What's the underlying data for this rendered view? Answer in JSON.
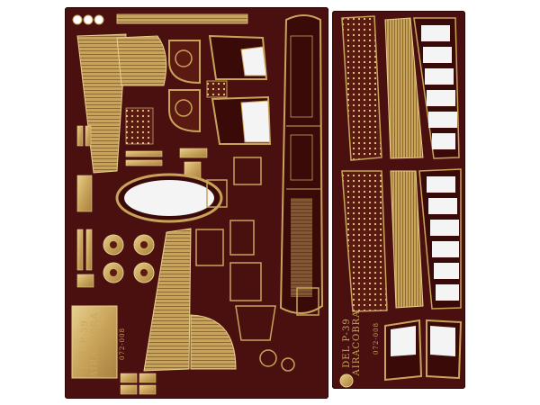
{
  "colors": {
    "background": "#ffffff",
    "fret": "#4a1010",
    "brass": "#c9a35a",
    "brass_light": "#e6cf8e",
    "clear": "#f4f4f4"
  },
  "left_fret": {
    "label_line1": "DEL P-39",
    "label_line2": "AIRACOBRA",
    "code": "072-008"
  },
  "right_fret": {
    "label_line1": "DEL P-39",
    "label_line2": "AIRACOBRA",
    "code": "072-008"
  }
}
